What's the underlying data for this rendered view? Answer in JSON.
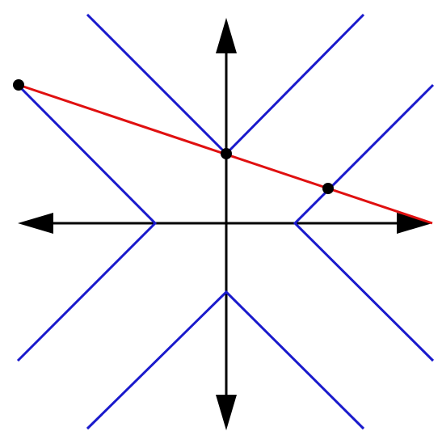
{
  "diagram": {
    "colors": {
      "axes": "#000000",
      "curves": "#1a1acc",
      "secant": "#e01010",
      "points": "#000000",
      "background": "#ffffff"
    },
    "elements": {
      "axes": [
        "x-axis",
        "y-axis"
      ],
      "curves": [
        "upper-v-curve",
        "lower-v-curve",
        "left-v-curve",
        "right-v-curve"
      ],
      "secant_line": "red-secant-line",
      "points": [
        "left-endpoint",
        "y-axis-intersection",
        "right-curve-intersection"
      ]
    }
  }
}
